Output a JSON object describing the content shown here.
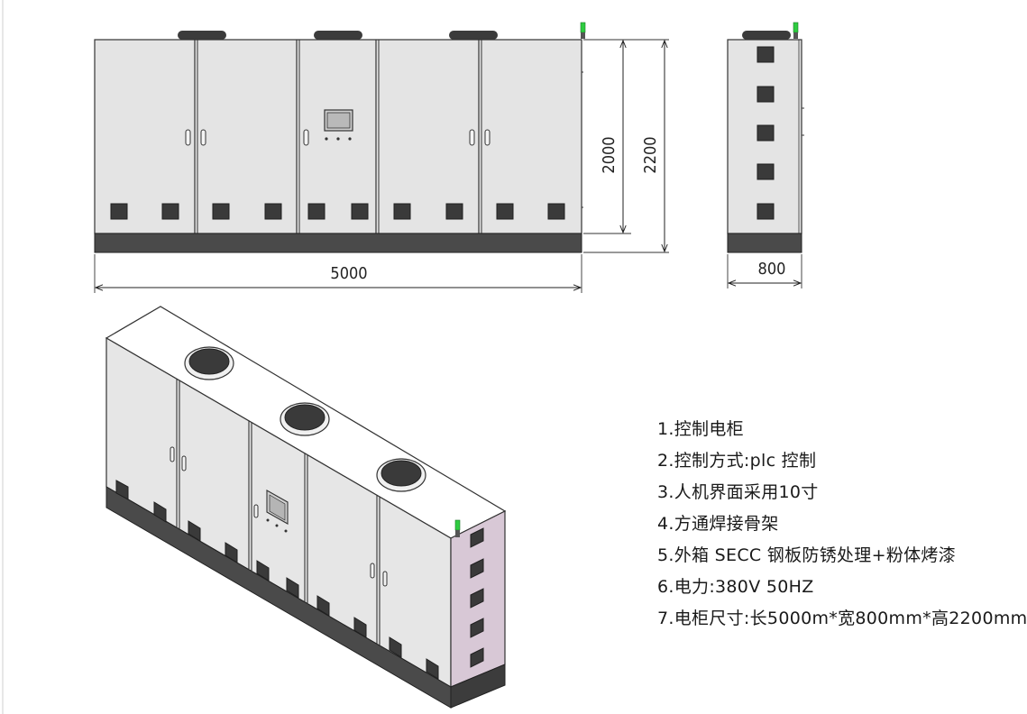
{
  "dimensions": {
    "front_width": "5000",
    "front_height_inner": "2000",
    "front_height_total": "2200",
    "side_depth": "800"
  },
  "notes": [
    "1.控制电柜",
    "2.控制方式:plc 控制",
    "3.人机界面采用10寸",
    "4.方通焊接骨架",
    "5.外箱 SECC 钢板防锈处理+粉体烤漆",
    "6.电力:380V 50HZ",
    "7.电柜尺寸:长5000m*宽800mm*高2200mm"
  ],
  "colors": {
    "panel": "#e4e4e4",
    "base": "#4a4a4a",
    "fan": "#3a3a3a",
    "side_panel": "#d8c8d6",
    "indicator": "#2ecc40"
  }
}
